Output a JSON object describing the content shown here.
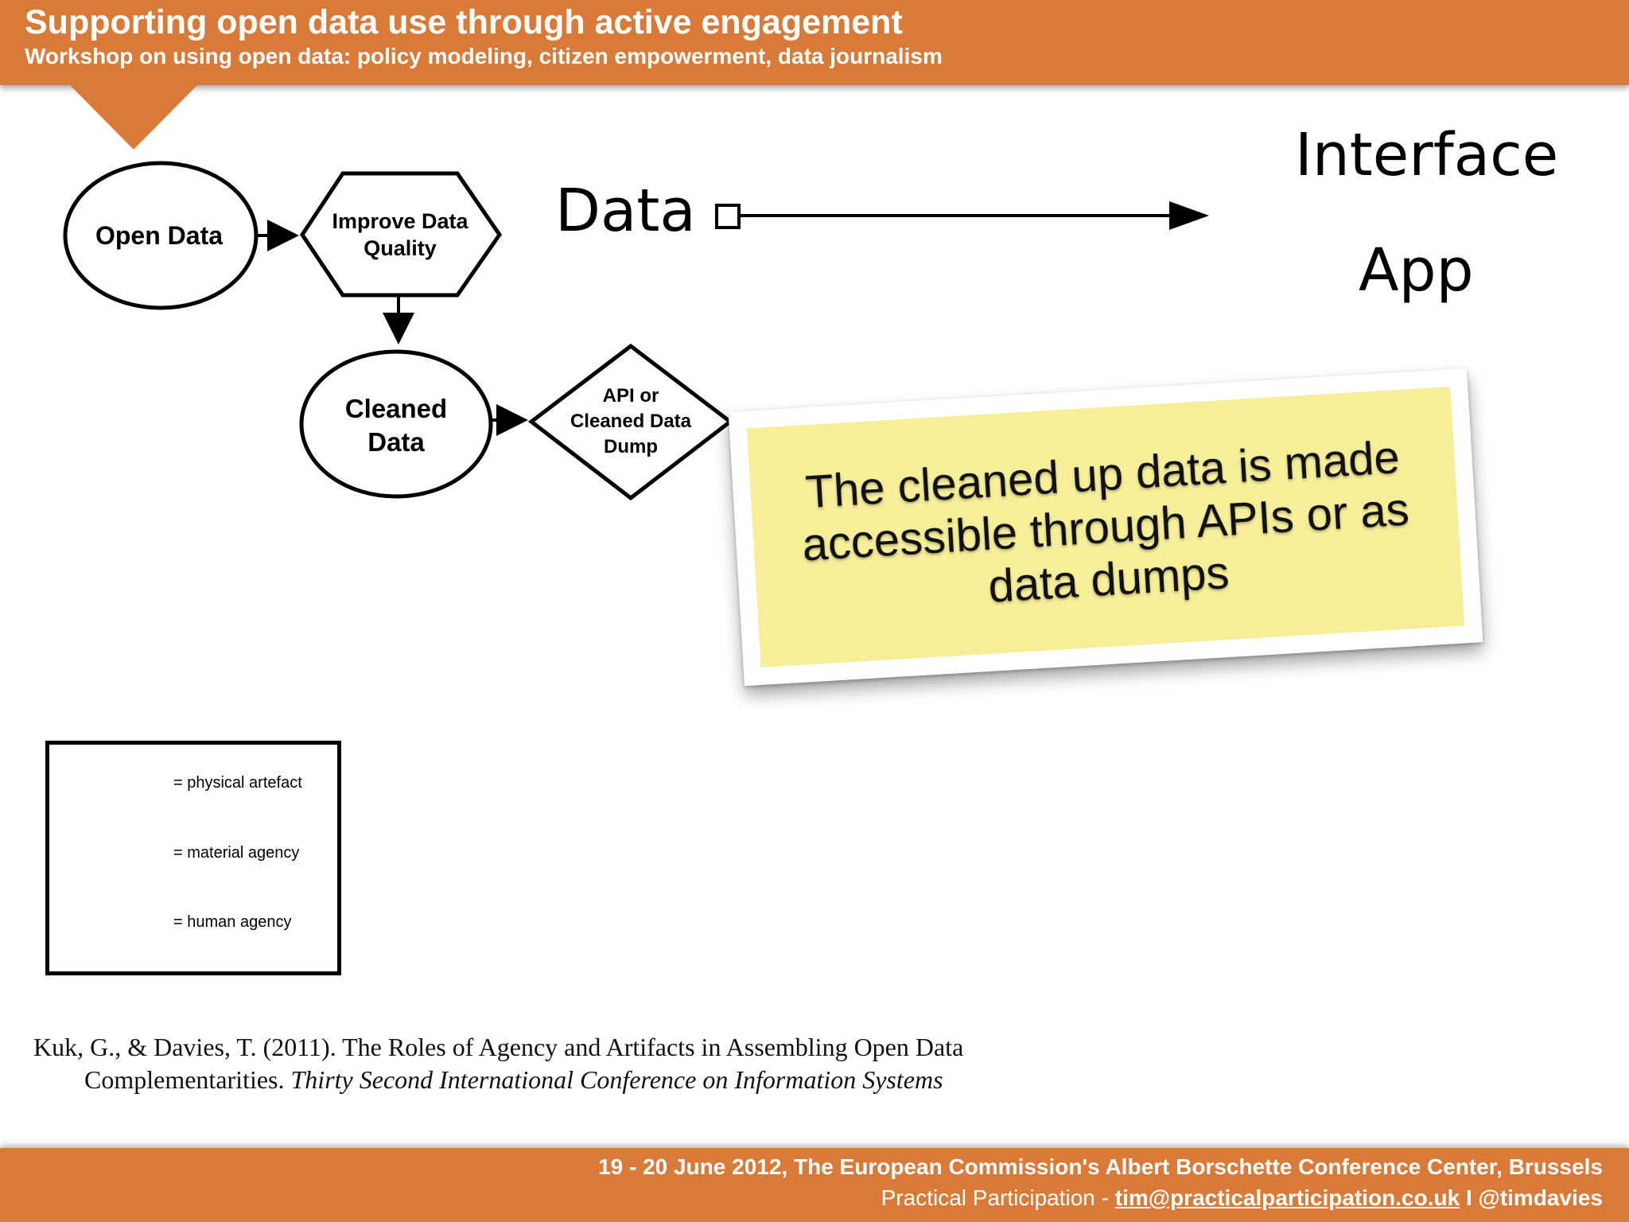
{
  "header": {
    "title": "Supporting open data use through active engagement",
    "subtitle": "Workshop on using open data: policy modeling, citizen empowerment, data journalism"
  },
  "diagram": {
    "nodes": {
      "open_data": "Open Data",
      "improve_line1": "Improve Data",
      "improve_line2": "Quality",
      "cleaned_line1": "Cleaned",
      "cleaned_line2": "Data",
      "api_line1": "API or",
      "api_line2": "Cleaned Data",
      "api_line3": "Dump"
    },
    "labels": {
      "data": "Data",
      "interface": "Interface",
      "app": "App"
    }
  },
  "note": {
    "text": "The cleaned up data is made accessible through APIs or as data dumps"
  },
  "legend": {
    "physical": "= physical artefact",
    "material": "= material agency",
    "human": "= human agency"
  },
  "citation": {
    "text": "Kuk, G., & Davies, T. (2011). The Roles of Agency and Artifacts in Assembling Open Data Complementarities.",
    "italic": "Thirty Second International Conference on Information Systems"
  },
  "footer": {
    "line1": "19 - 20 June 2012, The European Commission's Albert Borschette Conference Center, Brussels",
    "line2_prefix": "Practical Participation - ",
    "email": "tim@practicalparticipation.co.uk",
    "separator": " I ",
    "handle": "@timdavies"
  },
  "colors": {
    "accent": "#d97a38",
    "note_fill": "#f7ee9a"
  }
}
